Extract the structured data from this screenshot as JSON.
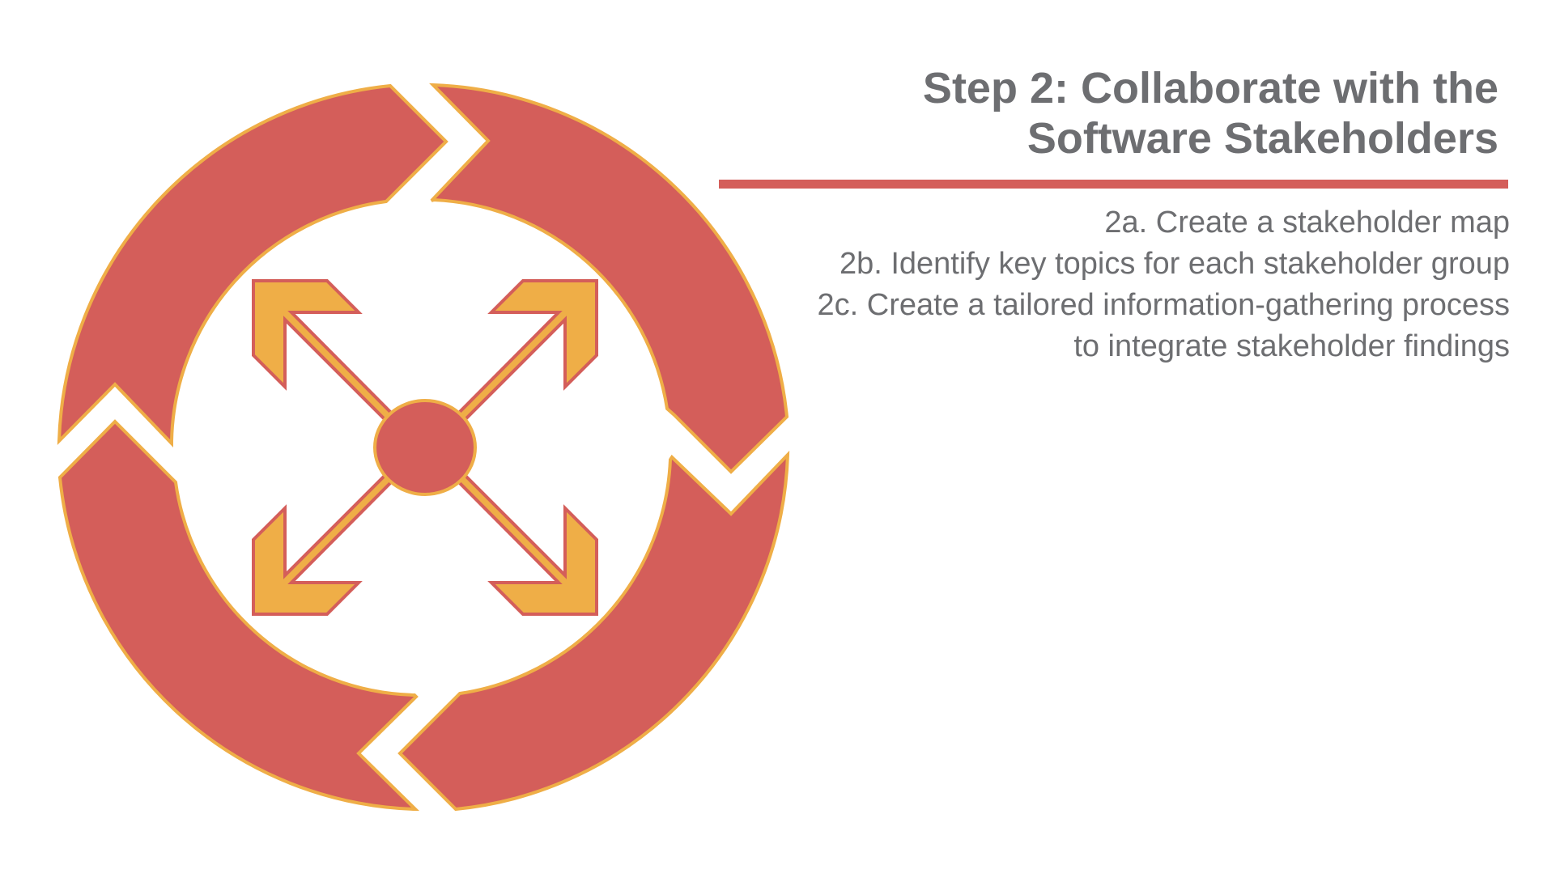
{
  "title": {
    "line1": "Step 2: Collaborate with the",
    "line2": "Software Stakeholders"
  },
  "steps": [
    "2a. Create a stakeholder map",
    "2b. Identify key topics for each stakeholder group",
    "2c. Create a tailored information-gathering process",
    "to integrate stakeholder findings"
  ],
  "colors": {
    "ring": "#d45e5a",
    "ring_outline": "#efae47",
    "arrows": "#efae47",
    "arrows_outline": "#d45e5a",
    "hub": "#d45e5a",
    "text": "#6d6e71",
    "divider": "#d45e5a"
  },
  "icons": {
    "cycle": "circular-arrows-icon",
    "expand": "four-way-expand-arrows-icon"
  }
}
